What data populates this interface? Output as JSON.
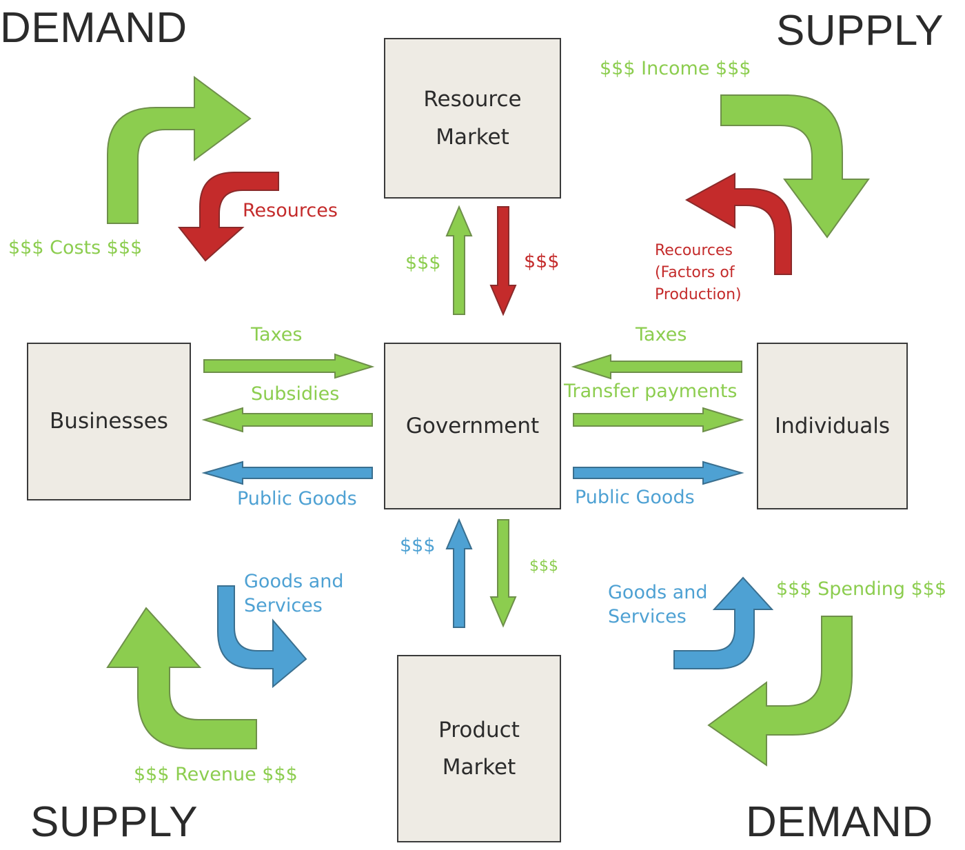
{
  "corners": {
    "top_left": "DEMAND",
    "top_right": "SUPPLY",
    "bottom_left": "SUPPLY",
    "bottom_right": "DEMAND"
  },
  "boxes": {
    "resource_market": "Resource\nMarket",
    "businesses": "Businesses",
    "government": "Government",
    "individuals": "Individuals",
    "product_market": "Product\nMarket"
  },
  "labels": {
    "costs": "$$$ Costs $$$",
    "resources_left": "Resources",
    "income": "$$$ Income $$$",
    "resources_right": "Recources\n(Factors of\nProduction)",
    "gov_to_resource_money": "$$$",
    "resource_to_gov_money": "$$$",
    "taxes_left": "Taxes",
    "subsidies": "Subsidies",
    "public_goods_left": "Public Goods",
    "taxes_right": "Taxes",
    "transfer_payments": "Transfer payments",
    "public_goods_right": "Public Goods",
    "product_to_gov_money": "$$$",
    "gov_to_product_money": "$$$",
    "goods_services_left": "Goods and\nServices",
    "revenue": "$$$ Revenue $$$",
    "goods_services_right": "Goods and\nServices",
    "spending": "$$$ Spending $$$"
  },
  "colors": {
    "green": "#8ccd4f",
    "red": "#c42b2b",
    "blue": "#4ea1d3",
    "box_fill": "#eeebe4",
    "box_border": "#3a3a3a"
  }
}
